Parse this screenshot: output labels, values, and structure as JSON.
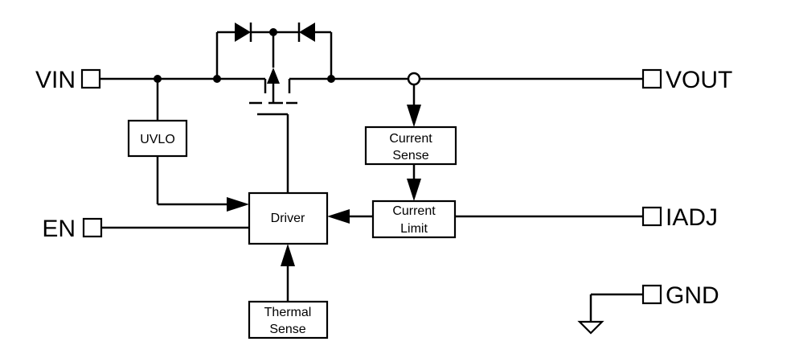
{
  "pins": {
    "vin": "VIN",
    "vout": "VOUT",
    "en": "EN",
    "iadj": "IADJ",
    "gnd": "GND"
  },
  "blocks": {
    "uvlo": [
      "UVLO"
    ],
    "driver": [
      "Driver"
    ],
    "current_sense": [
      "Current",
      "Sense"
    ],
    "current_limit": [
      "Current",
      "Limit"
    ],
    "thermal_sense": [
      "Thermal",
      "Sense"
    ]
  }
}
